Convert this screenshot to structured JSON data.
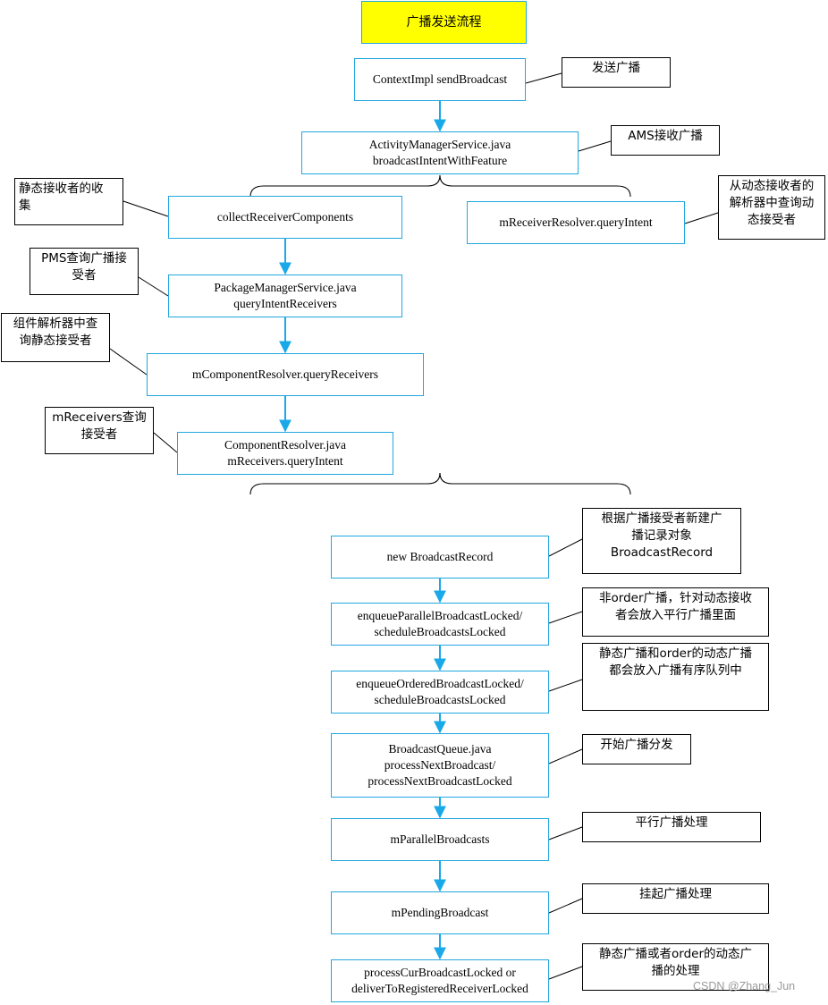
{
  "title": "广播发送流程",
  "nodes": {
    "send_broadcast": [
      "ContextImpl sendBroadcast"
    ],
    "ams": [
      "ActivityManagerService.java",
      "broadcastIntentWithFeature"
    ],
    "collect": [
      "collectReceiverComponents"
    ],
    "resolver": [
      "mReceiverResolver.queryIntent"
    ],
    "pms": [
      "PackageManagerService.java",
      "queryIntentReceivers"
    ],
    "component_resolver": [
      "mComponentResolver.queryReceivers"
    ],
    "receivers_query": [
      "ComponentResolver.java",
      "mReceivers.queryIntent"
    ],
    "new_record": [
      "new BroadcastRecord"
    ],
    "enqueue_parallel": [
      "enqueueParallelBroadcastLocked/",
      "scheduleBroadcastsLocked"
    ],
    "enqueue_ordered": [
      "enqueueOrderedBroadcastLocked/",
      "scheduleBroadcastsLocked"
    ],
    "process_next": [
      "BroadcastQueue.java",
      "processNextBroadcast/",
      "processNextBroadcastLocked"
    ],
    "parallel": [
      "mParallelBroadcasts"
    ],
    "pending": [
      "mPendingBroadcast"
    ],
    "process_cur": [
      "processCurBroadcastLocked or",
      "deliverToRegisteredReceiverLocked"
    ]
  },
  "notes": {
    "send": [
      "发送广播"
    ],
    "ams": [
      "AMS接收广播"
    ],
    "static_collect": [
      "静态接收者的收",
      "集"
    ],
    "dynamic": [
      "从动态接收者的",
      "解析器中查询动",
      "态接受者"
    ],
    "pms": [
      "PMS查询广播接",
      "受者"
    ],
    "component": [
      "组件解析器中查",
      "询静态接受者"
    ],
    "mreceivers": [
      "mReceivers查询",
      "接受者"
    ],
    "new_record": [
      "根据广播接受者新建广",
      "播记录对象",
      "BroadcastRecord"
    ],
    "non_order": [
      "非order广播，针对动态接收",
      "者会放入平行广播里面"
    ],
    "static_order": [
      "静态广播和order的动态广播",
      "都会放入广播有序队列中"
    ],
    "dispatch": [
      "开始广播分发"
    ],
    "parallel": [
      "平行广播处理"
    ],
    "pending": [
      "挂起广播处理"
    ],
    "final": [
      "静态广播或者order的动态广",
      "播的处理"
    ]
  },
  "watermark": "CSDN @Zhang_Jun",
  "colors": {
    "node_border": "#22a7e0",
    "arrow": "#1aa9e8",
    "title_fill": "#ffff00"
  }
}
